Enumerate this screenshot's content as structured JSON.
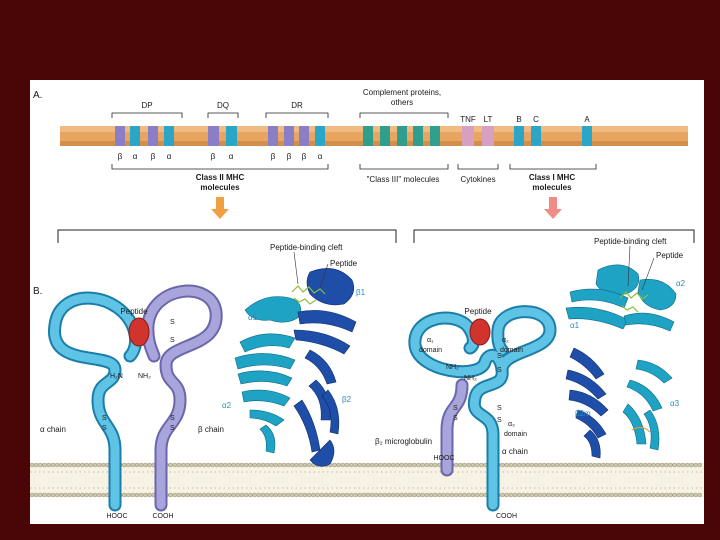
{
  "panel_a": {
    "label": "A.",
    "loci": {
      "dp": "DP",
      "dq": "DQ",
      "dr": "DR",
      "complement_1": "Complement proteins,",
      "complement_2": "others",
      "tnf": "TNF",
      "lt": "LT",
      "b": "B",
      "c": "C",
      "a": "A"
    },
    "greek": {
      "dp": [
        "β",
        "α",
        "β",
        "α"
      ],
      "dq": [
        "β",
        "α"
      ],
      "dr": [
        "β",
        "β",
        "β",
        "α"
      ]
    },
    "groups": {
      "class2_1": "Class II MHC",
      "class2_2": "molecules",
      "class3": "\"Class III\" molecules",
      "cytokines": "Cytokines",
      "class1_1": "Class I MHC",
      "class1_2": "molecules"
    }
  },
  "panel_b": {
    "label": "B.",
    "class2": {
      "peptide": "Peptide",
      "h2n": "H₂N",
      "nh2": "NH₂",
      "s": "S",
      "alpha_chain": "α chain",
      "beta_chain": "β chain",
      "hooc": "HOOC",
      "cooh": "COOH",
      "cleft": "Peptide-binding cleft",
      "peptide_ribbon": "Peptide",
      "a1": "α1",
      "b1": "β1",
      "a2": "α2",
      "b2": "β2"
    },
    "class1": {
      "peptide": "Peptide",
      "a1_domain_1": "α₁",
      "a1_domain_2": "domain",
      "a2_domain_1": "α₂",
      "a2_domain_2": "domain",
      "a3_domain_1": "α₃",
      "a3_domain_2": "domain",
      "nh2_top": "NH₂",
      "nh2": "NH₂",
      "s": "S",
      "b2m_label": "β₂ microglobulin",
      "alpha_chain": "α chain",
      "hooc": "HOOC",
      "cooh": "COOH",
      "cleft": "Peptide-binding cleft",
      "peptide_ribbon": "Peptide",
      "a1": "α1",
      "a2": "α2",
      "b2m": "β2m",
      "a3": "α3"
    }
  },
  "colors": {
    "background": "#4a0606",
    "chromosome": "#e8a560",
    "class2_band": "#8a7fc6",
    "class2_alt_band": "#29a6c8",
    "class3_band": "#2f9e8c",
    "cytokine_band": "#d8a0c0",
    "class1_band": "#29a6c8",
    "alpha_chain": "#4db3d9",
    "beta_chain": "#9b98d4",
    "peptide": "#d0342c",
    "arrow_class2": "#f0a040",
    "arrow_class1": "#ef8c86",
    "ribbon_dark": "#1f4ea8",
    "ribbon_light": "#1ea3c4"
  }
}
